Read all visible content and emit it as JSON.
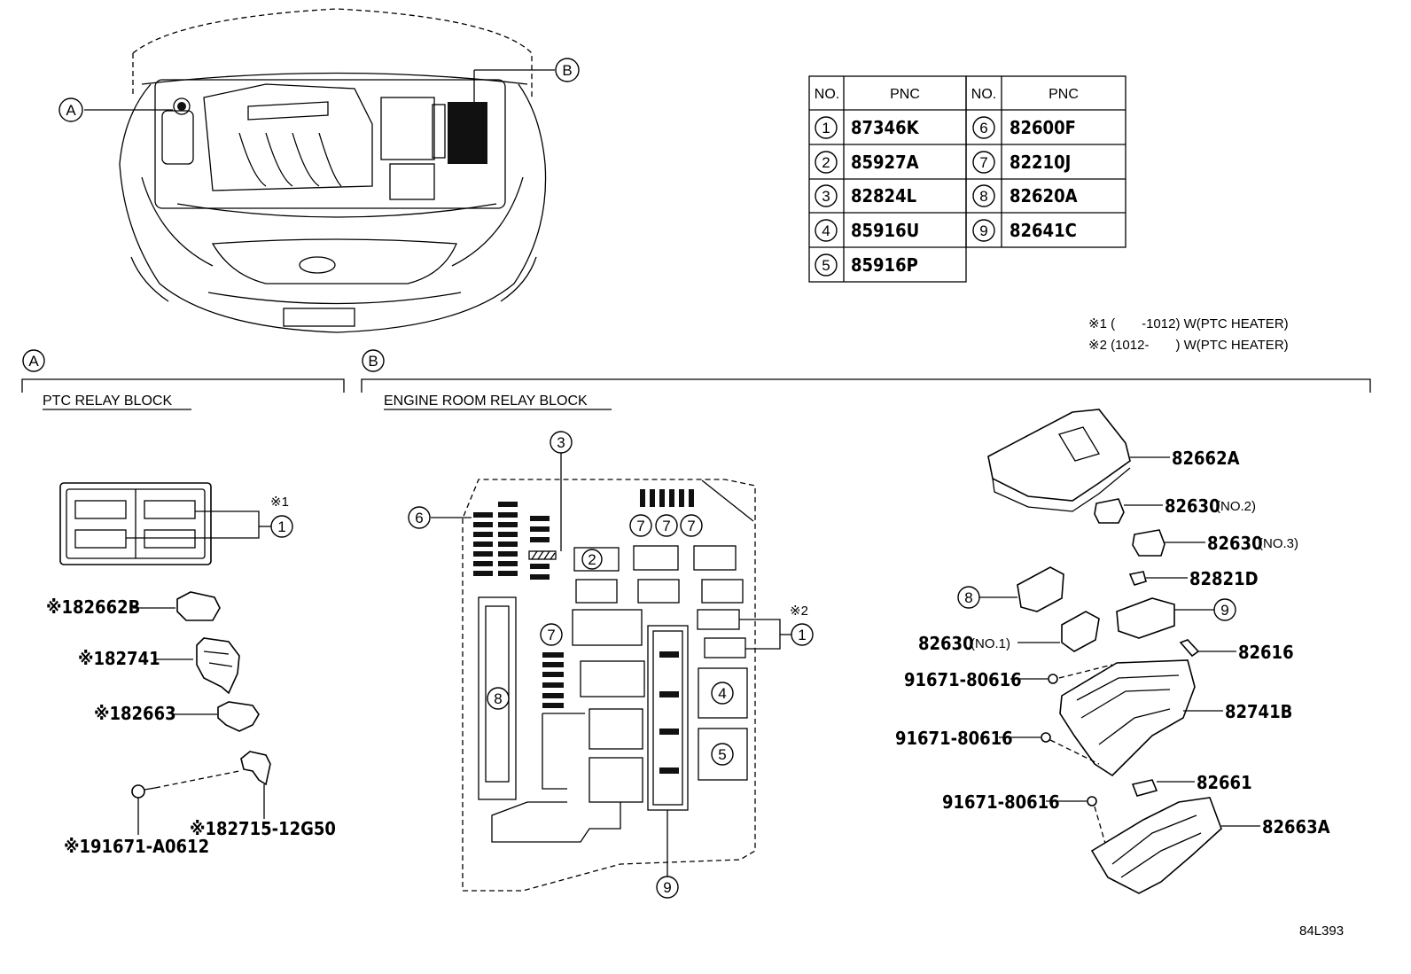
{
  "table": {
    "headers": [
      "NO.",
      "PNC",
      "NO.",
      "PNC"
    ],
    "left_rows": [
      {
        "no": "1",
        "pnc": "87346K"
      },
      {
        "no": "2",
        "pnc": "85927A"
      },
      {
        "no": "3",
        "pnc": "82824L"
      },
      {
        "no": "4",
        "pnc": "85916U"
      },
      {
        "no": "5",
        "pnc": "85916P"
      }
    ],
    "right_rows": [
      {
        "no": "6",
        "pnc": "82600F"
      },
      {
        "no": "7",
        "pnc": "82210J"
      },
      {
        "no": "8",
        "pnc": "82620A"
      },
      {
        "no": "9",
        "pnc": "82641C"
      }
    ]
  },
  "notes": {
    "note1": "※1 (　　-1012) W(PTC HEATER)",
    "note2": "※2 (1012-　　) W(PTC HEATER)"
  },
  "sections": {
    "a_letter": "A",
    "b_letter": "B",
    "a_title": "PTC RELAY BLOCK",
    "b_title": "ENGINE ROOM RELAY BLOCK"
  },
  "vehicle": {
    "label_a": "A",
    "label_b": "B"
  },
  "ptc_parts": {
    "mark1": "※1",
    "callout1": "1",
    "p1": "※182662B",
    "p2": "※182741",
    "p3": "※182663",
    "p4": "※191671-A0612",
    "p5": "※182715-12G50"
  },
  "relay_block": {
    "c3": "3",
    "c6": "6",
    "c2": "2",
    "c7a": "7",
    "c7b": "7",
    "c7c": "7",
    "c7d": "7",
    "c8": "8",
    "c4": "4",
    "c5": "5",
    "c9": "9",
    "mark2": "※2",
    "c1": "1"
  },
  "exploded": {
    "p_82662A": "82662A",
    "p_82630_no2": "82630",
    "p_82630_no2_sub": "(NO.2)",
    "p_82630_no3": "82630",
    "p_82630_no3_sub": "(NO.3)",
    "p_82821D": "82821D",
    "c8": "8",
    "c9": "9",
    "p_82630_no1": "82630",
    "p_82630_no1_sub": "(NO.1)",
    "p_82616": "82616",
    "bolt1": "91671-80616",
    "p_82741B": "82741B",
    "bolt2": "91671-80616",
    "p_82661": "82661",
    "bolt3": "91671-80616",
    "p_82663A": "82663A"
  },
  "figure_id": "84L393"
}
